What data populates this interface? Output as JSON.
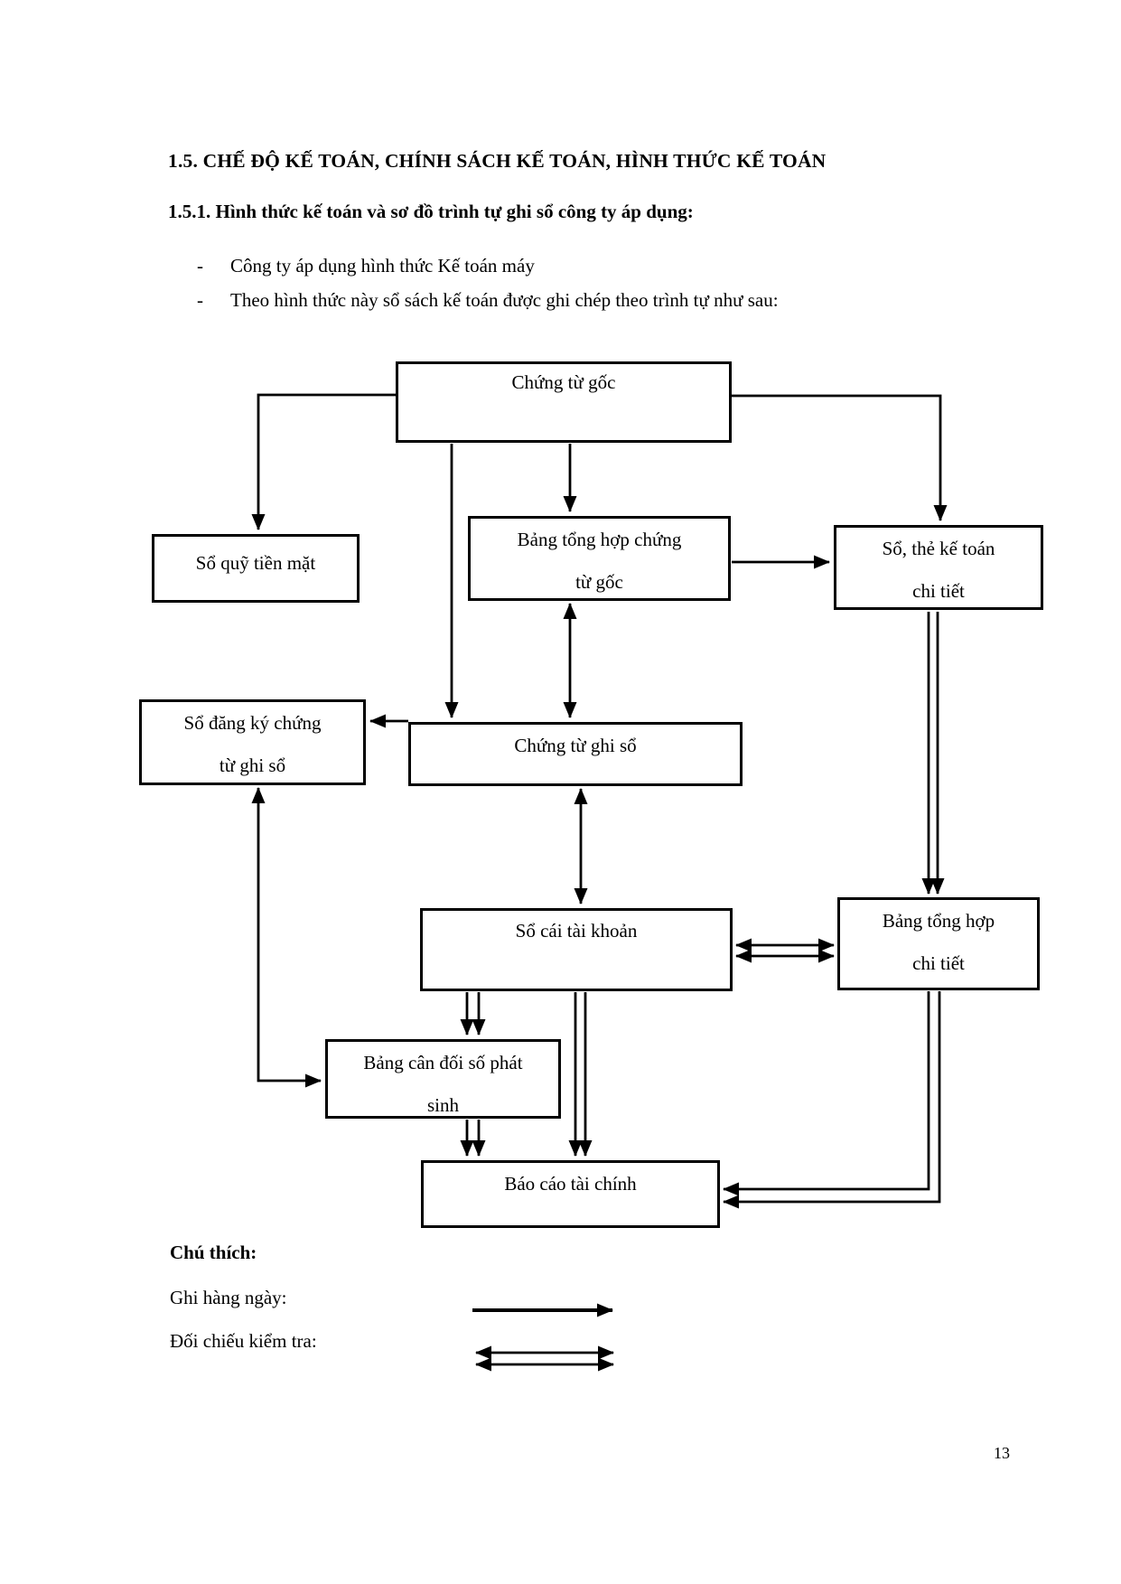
{
  "page": {
    "title": "1.5. CHẾ ĐỘ KẾ TOÁN, CHÍNH SÁCH KẾ TOÁN, HÌNH THỨC KẾ TOÁN",
    "subtitle": "1.5.1. Hình thức kế toán và sơ đồ trình tự ghi sổ công ty áp dụng:",
    "bullets": [
      {
        "marker": "-",
        "text": "Công ty áp dụng hình thức Kế toán máy"
      },
      {
        "marker": "-",
        "text": "Theo hình thức này sổ sách kế toán được ghi chép theo trình tự như sau:"
      }
    ],
    "page_number": "13"
  },
  "diagram": {
    "nodes": {
      "chung_tu_goc": "Chứng từ gốc",
      "so_quy_tien_mat": "Sổ quỹ tiền mặt",
      "bang_tong_hop_chung_tu_goc": "Bảng tổng hợp chứng\ntừ gốc",
      "so_the_ke_toan_chi_tiet": "Sổ, thẻ kế toán\nchi tiết",
      "so_dang_ky_chung_tu_ghi_so": "Sổ đăng ký chứng\ntừ ghi sổ",
      "chung_tu_ghi_so": "Chứng từ ghi sổ",
      "so_cai_tai_khoan": "Sổ cái tài khoản",
      "bang_tong_hop_chi_tiet": "Bảng tổng hợp\nchi tiết",
      "bang_can_doi_so_phat_sinh": "Bảng cân đối số phát\nsinh",
      "bao_cao_tai_chinh": "Báo cáo tài chính"
    },
    "line_color": "#000000"
  },
  "legend": {
    "heading": "Chú thích:",
    "items": [
      {
        "label": "Ghi hàng ngày:",
        "symbol": "single-arrow"
      },
      {
        "label": "Đối chiếu kiểm tra:",
        "symbol": "double-line-arrow"
      }
    ]
  }
}
